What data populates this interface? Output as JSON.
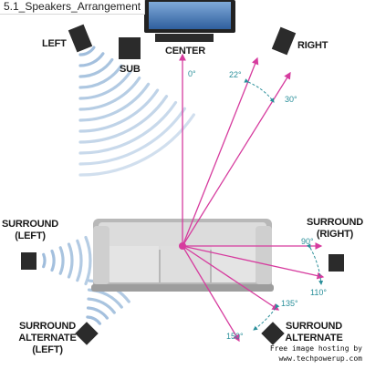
{
  "caption": "5.1_Speakers_Arrangement",
  "labels": {
    "left": "LEFT",
    "sub": "SUB",
    "center": "CENTER",
    "right": "RIGHT",
    "surround_left_1": "SURROUND",
    "surround_left_2": "(LEFT)",
    "surround_right_1": "SURROUND",
    "surround_right_2": "(RIGHT)",
    "alt_left_1": "SURROUND",
    "alt_left_2": "ALTERNATE",
    "alt_left_3": "(LEFT)",
    "alt_right_1": "SURROUND",
    "alt_right_2": "ALTERNATE"
  },
  "angles": {
    "a0": "0°",
    "a22": "22°",
    "a30": "30°",
    "a90": "90°",
    "a110": "110°",
    "a135": "135°",
    "a150": "150°"
  },
  "credit": {
    "line1": "Free image hosting by",
    "line2": "www.techpowerup.com"
  },
  "colors": {
    "line": "#d63b9e",
    "angle": "#2a8f9a",
    "wave": "#8fb2d6",
    "speaker": "#2b2b2b",
    "sofa": "#cccccc"
  }
}
